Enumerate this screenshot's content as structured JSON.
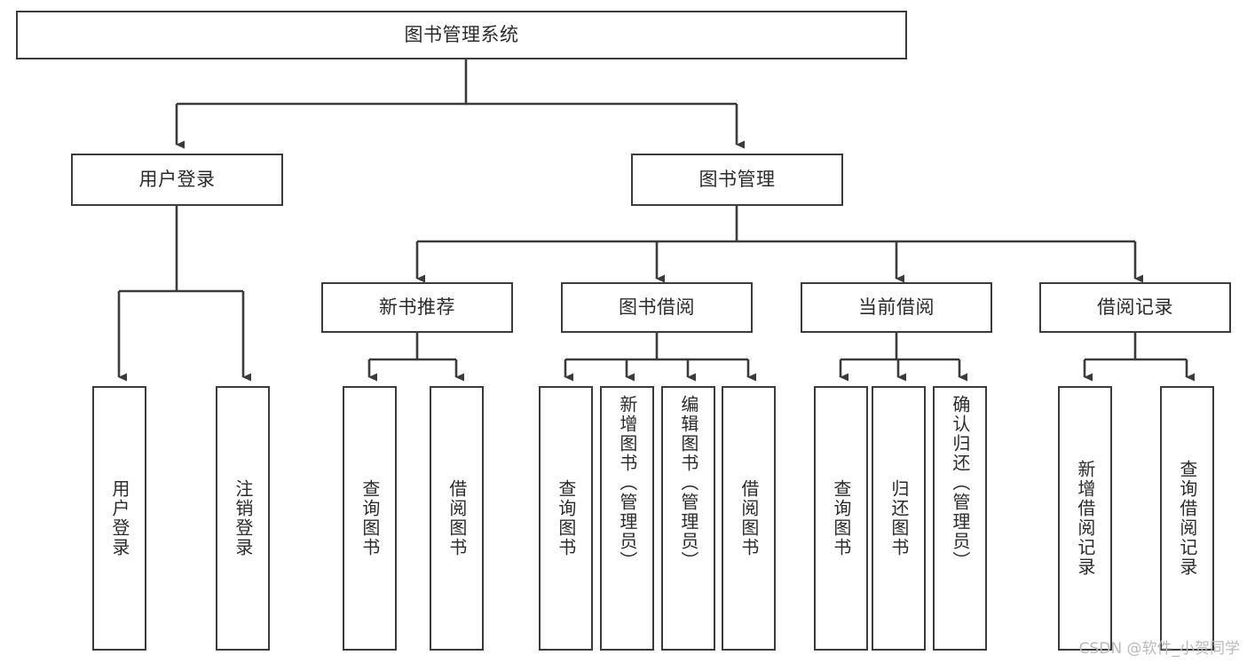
{
  "diagram": {
    "title": "图书管理系统",
    "type": "hierarchy-tree",
    "watermark": "CSDN @软件_小贺同学",
    "colors": {
      "box_border": "#3b3b3b",
      "box_fill": "#ffffff",
      "connector": "#3b3b3b",
      "text": "#2b2b2b",
      "watermark": "#b9b9b9",
      "background": "#ffffff"
    },
    "root": {
      "label": "图书管理系统"
    },
    "level2": [
      {
        "id": "user-login",
        "label": "用户登录"
      },
      {
        "id": "book-management",
        "label": "图书管理"
      }
    ],
    "level3": [
      {
        "id": "new-book-recommend",
        "label": "新书推荐",
        "parent": "book-management"
      },
      {
        "id": "book-borrow",
        "label": "图书借阅",
        "parent": "book-management"
      },
      {
        "id": "current-borrow",
        "label": "当前借阅",
        "parent": "book-management"
      },
      {
        "id": "borrow-record",
        "label": "借阅记录",
        "parent": "book-management"
      }
    ],
    "leaves": {
      "user_login": [
        {
          "id": "leaf-user-login",
          "label": "用户登录"
        },
        {
          "id": "leaf-user-logout",
          "label": "注销登录"
        }
      ],
      "new_book_recommend": [
        {
          "id": "leaf-query-book-1",
          "label": "查询图书"
        },
        {
          "id": "leaf-borrow-book-1",
          "label": "借阅图书"
        }
      ],
      "book_borrow": [
        {
          "id": "leaf-query-book-2",
          "label": "查询图书"
        },
        {
          "id": "leaf-add-book",
          "label": "新增图书（管理员）"
        },
        {
          "id": "leaf-edit-book",
          "label": "编辑图书（管理员）"
        },
        {
          "id": "leaf-borrow-book-2",
          "label": "借阅图书"
        }
      ],
      "current_borrow": [
        {
          "id": "leaf-query-book-3",
          "label": "查询图书"
        },
        {
          "id": "leaf-return-book",
          "label": "归还图书"
        },
        {
          "id": "leaf-confirm-return",
          "label": "确认归还（管理员）"
        }
      ],
      "borrow_record": [
        {
          "id": "leaf-add-record",
          "label": "新增借阅记录"
        },
        {
          "id": "leaf-query-record",
          "label": "查询借阅记录"
        }
      ]
    }
  }
}
